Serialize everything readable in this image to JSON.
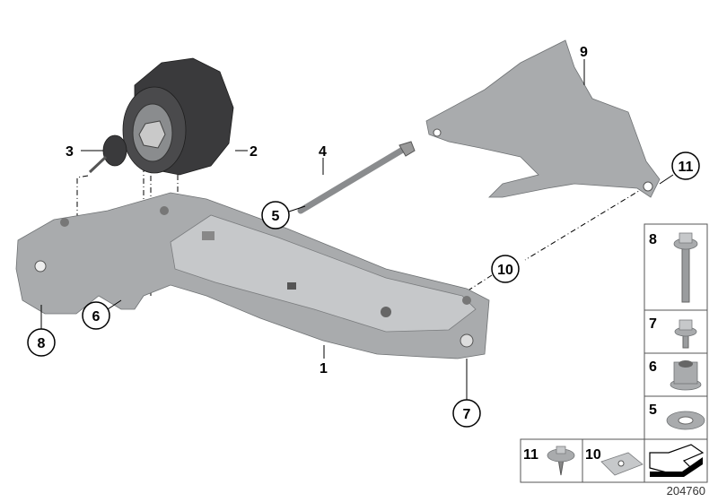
{
  "diagram_id": "204760",
  "callouts": {
    "c1": "1",
    "c2": "2",
    "c3": "3",
    "c4": "4",
    "c5": "5",
    "c6": "6",
    "c7": "7",
    "c8": "8",
    "c9": "9",
    "c10": "10",
    "c11": "11"
  },
  "legend_panel": {
    "items": [
      {
        "label": "8",
        "part": "hex-flange-bolt-long"
      },
      {
        "label": "7",
        "part": "hex-flange-bolt-short"
      },
      {
        "label": "6",
        "part": "hex-collar-nut"
      },
      {
        "label": "5",
        "part": "washer"
      },
      {
        "label": "11",
        "part": "flange-screw"
      },
      {
        "label": "10",
        "part": "clip-nut"
      }
    ],
    "direction_icon": "arrow-front-icon"
  }
}
